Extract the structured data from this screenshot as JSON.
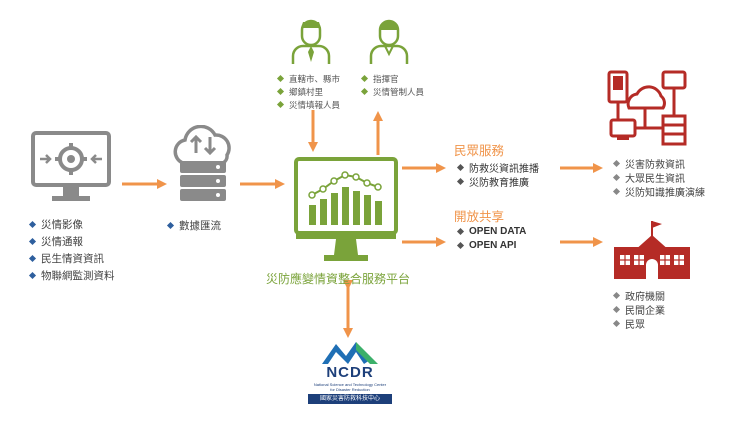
{
  "sources": {
    "icon": "monitor-gear-icon",
    "items": [
      "災情影像",
      "災情通報",
      "民生情資資訊",
      "物聯網監測資料"
    ]
  },
  "etl": {
    "icon": "cloud-server-icon",
    "label": "數據匯流"
  },
  "users_left": {
    "icon": "officer-icon",
    "items": [
      "直轄市、縣市",
      "鄉鎮村里",
      "災情填報人員"
    ]
  },
  "users_right": {
    "icon": "commander-icon",
    "items": [
      "指揮官",
      "災情管制人員"
    ]
  },
  "platform": {
    "icon": "dashboard-monitor-icon",
    "title": "災防應變情資整合服務平台"
  },
  "services": {
    "title": "民眾服務",
    "items": [
      "防救災資訊推播",
      "災防教育推廣"
    ]
  },
  "open": {
    "title": "開放共享",
    "items": [
      "OPEN DATA",
      "OPEN API"
    ]
  },
  "disaster_info": {
    "icon": "network-devices-icon",
    "items": [
      "災害防救資訊",
      "大眾民生資訊",
      "災防知識推廣演練"
    ]
  },
  "orgs": {
    "icon": "school-building-icon",
    "items": [
      "政府機關",
      "民間企業",
      "民眾"
    ]
  },
  "logo": {
    "acronym": "NCDR",
    "english_line1": "National Science and Technology Center",
    "english_line2": "for Disaster Reduction",
    "chinese": "國家災害防救科技中心"
  },
  "colors": {
    "arrow": "#f0944a",
    "green": "#7aa33a",
    "red": "#b52b26",
    "gray": "#8a8a8a",
    "blue": "#2e5f9e"
  }
}
